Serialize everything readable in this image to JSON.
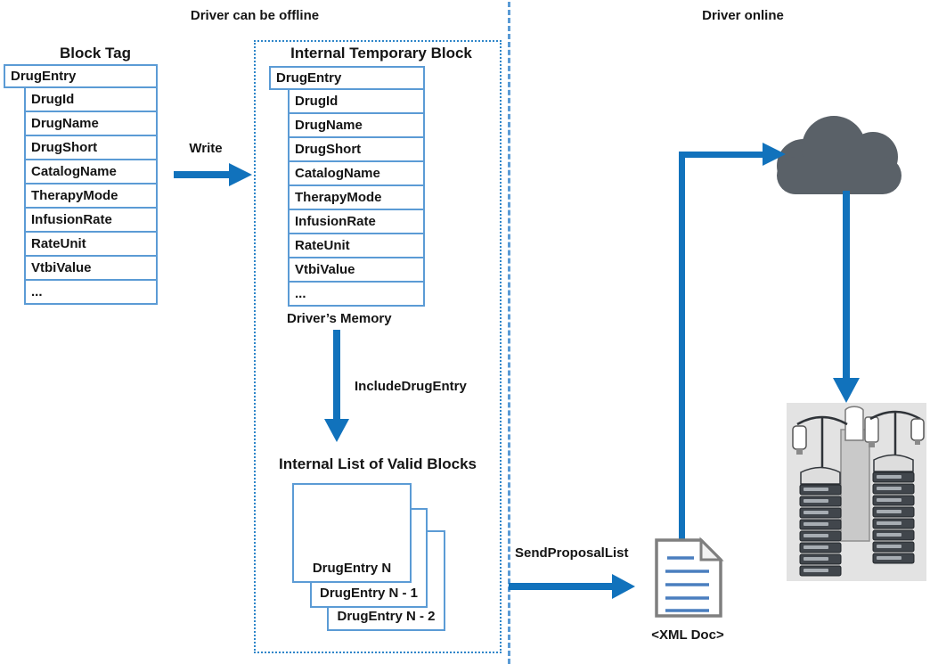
{
  "sections": {
    "offline_label": "Driver can be offline",
    "online_label": "Driver online"
  },
  "block_tag": {
    "title": "Block Tag",
    "header": "DrugEntry",
    "rows": [
      "DrugId",
      "DrugName",
      "DrugShort",
      "CatalogName",
      "TherapyMode",
      "InfusionRate",
      "RateUnit",
      "VtbiValue",
      "..."
    ]
  },
  "write_arrow": {
    "label": "Write"
  },
  "temp_block": {
    "title": "Internal Temporary Block",
    "header": "DrugEntry",
    "rows": [
      "DrugId",
      "DrugName",
      "DrugShort",
      "CatalogName",
      "TherapyMode",
      "InfusionRate",
      "RateUnit",
      "VtbiValue",
      "..."
    ],
    "caption": "Driver’s Memory"
  },
  "include_arrow": {
    "label": "IncludeDrugEntry"
  },
  "valid_blocks": {
    "title": "Internal List of Valid Blocks",
    "boxes": [
      "DrugEntry N",
      "DrugEntry N - 1",
      "DrugEntry N - 2"
    ]
  },
  "send_arrow": {
    "label": "SendProposalList"
  },
  "xml_doc": {
    "label": "<XML Doc>"
  },
  "icons": {
    "cloud": "cloud-icon",
    "xml_document": "xml-document-icon",
    "infusion_pumps": "infusion-pumps-image"
  },
  "colors": {
    "arrow_blue": "#1172BC",
    "box_border_blue": "#5B9BD5",
    "dotted_border_blue": "#2E86C9",
    "separator_blue": "#5B9BD5",
    "cloud_gray": "#5A6168",
    "doc_border_gray": "#7F7F7F",
    "doc_line_blue": "#4A7EBF",
    "pumps_background": "#E3E3E3",
    "text": "#151515"
  }
}
